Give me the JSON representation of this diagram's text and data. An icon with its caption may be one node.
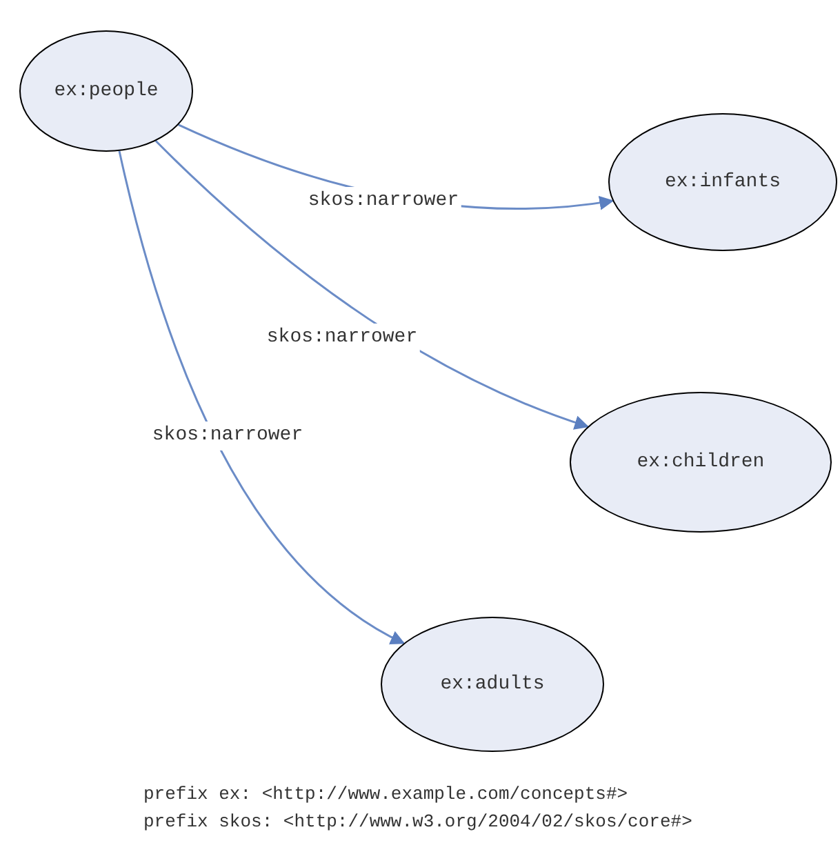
{
  "diagram": {
    "nodes": [
      {
        "text": [
          "ex:people"
        ]
      },
      {
        "text": [
          "ex:infants"
        ]
      },
      {
        "text": [
          "ex:children"
        ]
      },
      {
        "text": [
          "ex:adults"
        ]
      }
    ],
    "edges": [
      {
        "from": 0,
        "to": 1,
        "arrow": "to",
        "label": "skos:narrower"
      },
      {
        "from": 0,
        "to": 2,
        "arrow": "to",
        "label": "skos:narrower"
      },
      {
        "from": 0,
        "to": 3,
        "arrow": "to",
        "label": "skos:narrower"
      }
    ],
    "labels": [
      "prefix ex: <http://www.example.com/concepts#>",
      "prefix skos: <http://www.w3.org/2004/02/skos/core#>"
    ]
  }
}
